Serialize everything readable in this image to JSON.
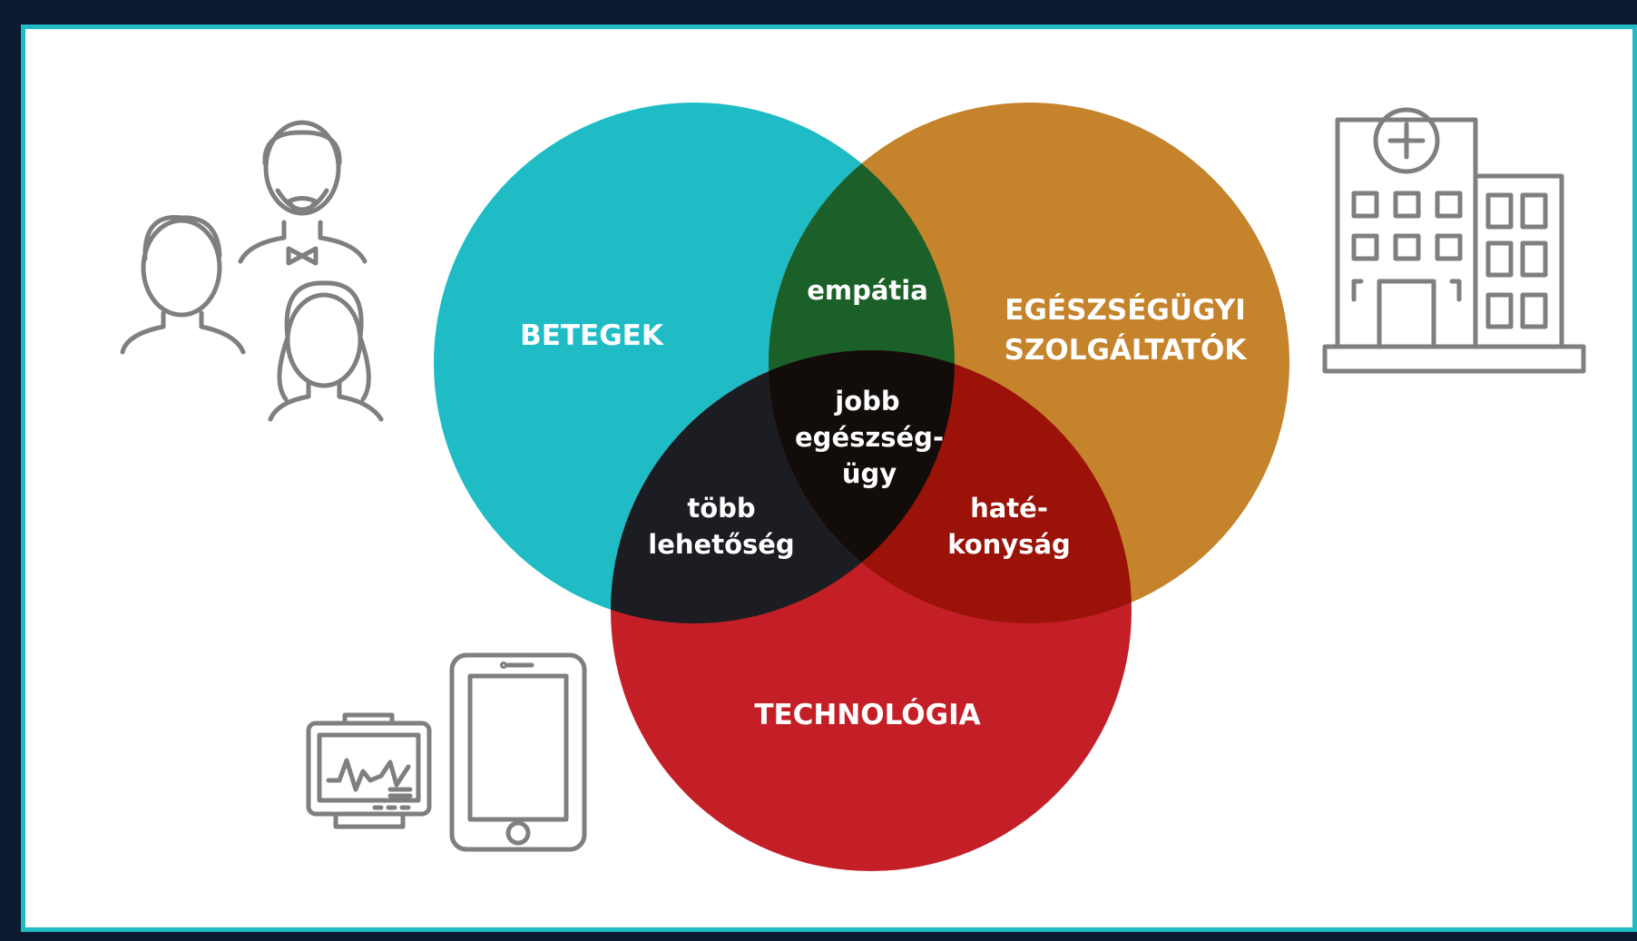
{
  "diagram": {
    "type": "venn",
    "sets": {
      "patients": "BETEGEK",
      "providers_line1": "EGÉSZSÉGÜGYI",
      "providers_line2": "SZOLGÁLTATÓK",
      "technology": "TECHNOLÓGIA"
    },
    "intersections": {
      "patients_providers": "empátia",
      "patients_technology_line1": "több",
      "patients_technology_line2": "lehetőség",
      "providers_technology_line1": "haté-",
      "providers_technology_line2": "konyság",
      "center_line1": "jobb",
      "center_line2": "egészség-",
      "center_line3": "ügy"
    },
    "colors": {
      "patients": "#1fbcc6",
      "providers": "#c5832c",
      "technology": "#c41f26",
      "patients_providers": "#1a6028",
      "patients_technology": "#1b1d22",
      "providers_technology": "#9b1209",
      "center": "#120d0a",
      "border": "#1fbcc6",
      "icons": "#7f7f7f"
    },
    "icons": [
      "people-group-icon",
      "hospital-building-icon",
      "heart-monitor-icon",
      "tablet-icon"
    ]
  }
}
